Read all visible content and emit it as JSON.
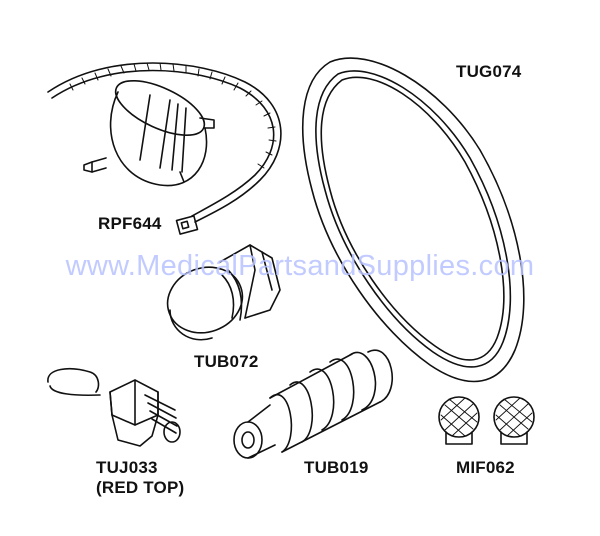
{
  "labels": {
    "rpf644": "RPF644",
    "tug074": "TUG074",
    "tub072": "TUB072",
    "tuj033": "TUJ033",
    "tuj033_note": "(RED TOP)",
    "tub019": "TUB019",
    "mif062": "MIF062"
  },
  "watermark": "www.MedicalPartsandSupplies.com",
  "colors": {
    "line": "#111111",
    "watermark": "#b8c2ff",
    "background": "#ffffff"
  }
}
